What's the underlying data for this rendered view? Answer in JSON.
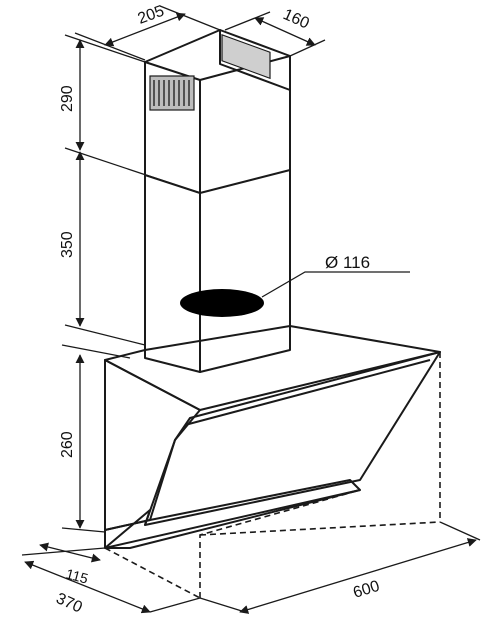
{
  "diagram": {
    "dimensions": {
      "chimney_width": "205",
      "chimney_depth": "160",
      "upper_chimney_height": "290",
      "lower_chimney_height": "350",
      "outlet_diameter": "Ø 116",
      "hood_height": "260",
      "glass_offset": "115",
      "hood_depth": "370",
      "hood_width": "600"
    },
    "colors": {
      "chimney_front": "#c9c9c9",
      "chimney_side": "#e4e4e4",
      "hood_body": "#d6d6d6",
      "glass_panel": "#e9e9e9",
      "outline": "#1a1a1a",
      "outlet": "#000000"
    }
  }
}
